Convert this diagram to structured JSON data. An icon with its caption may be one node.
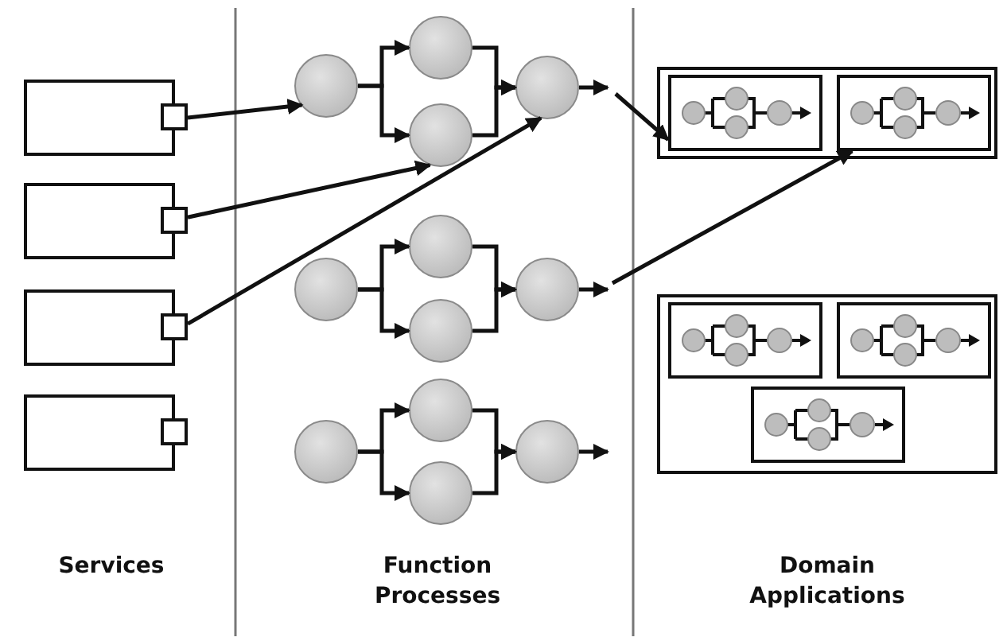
{
  "diagram": {
    "nodes": [
      {
        "text": [],
        "shape": "box"
      },
      {
        "text": [],
        "shape": "box"
      },
      {
        "text": [],
        "shape": "box"
      },
      {
        "text": [],
        "shape": "box"
      },
      {
        "text": [],
        "shape": "circle"
      },
      {
        "text": [],
        "shape": "circle"
      },
      {
        "text": [],
        "shape": "circle"
      },
      {
        "text": [],
        "shape": "circle"
      },
      {
        "text": [],
        "shape": "circle"
      },
      {
        "text": [],
        "shape": "circle"
      },
      {
        "text": [],
        "shape": "circle"
      },
      {
        "text": [],
        "shape": "circle"
      },
      {
        "text": [],
        "shape": "circle"
      },
      {
        "text": [],
        "shape": "circle"
      },
      {
        "text": [],
        "shape": "circle"
      },
      {
        "text": [],
        "shape": "circle"
      },
      {
        "text": [],
        "shape": "box"
      },
      {
        "text": [],
        "shape": "box",
        "in": 16
      },
      {
        "text": [],
        "shape": "box",
        "in": 16
      },
      {
        "text": [],
        "shape": "box"
      },
      {
        "text": [],
        "shape": "box",
        "in": 19
      },
      {
        "text": [],
        "shape": "box",
        "in": 19
      },
      {
        "text": [],
        "shape": "box",
        "in": 19
      }
    ],
    "edges": [
      {
        "from": 0,
        "to": 4,
        "arrow": "to"
      },
      {
        "from": 1,
        "to": 6,
        "arrow": "to"
      },
      {
        "from": 2,
        "to": 7,
        "arrow": "to"
      },
      {
        "from": 4,
        "to": 5,
        "arrow": "to"
      },
      {
        "from": 4,
        "to": 6,
        "arrow": "to"
      },
      {
        "from": 5,
        "to": 7,
        "arrow": "to"
      },
      {
        "from": 6,
        "to": 7,
        "arrow": "to"
      },
      {
        "from": 7,
        "to": null,
        "arrow": "to"
      },
      {
        "from": null,
        "to": 17,
        "arrow": "to"
      },
      {
        "from": 8,
        "to": 9,
        "arrow": "to"
      },
      {
        "from": 8,
        "to": 10,
        "arrow": "to"
      },
      {
        "from": 9,
        "to": 11,
        "arrow": "to"
      },
      {
        "from": 10,
        "to": 11,
        "arrow": "to"
      },
      {
        "from": 11,
        "to": null,
        "arrow": "to"
      },
      {
        "from": null,
        "to": 18,
        "arrow": "to"
      },
      {
        "from": 12,
        "to": 13,
        "arrow": "to"
      },
      {
        "from": 12,
        "to": 14,
        "arrow": "to"
      },
      {
        "from": 13,
        "to": 15,
        "arrow": "to"
      },
      {
        "from": 14,
        "to": 15,
        "arrow": "to"
      },
      {
        "from": 15,
        "to": null,
        "arrow": "to"
      }
    ],
    "labels": [
      "Services",
      "Function Processes",
      "Domain Applications"
    ]
  }
}
